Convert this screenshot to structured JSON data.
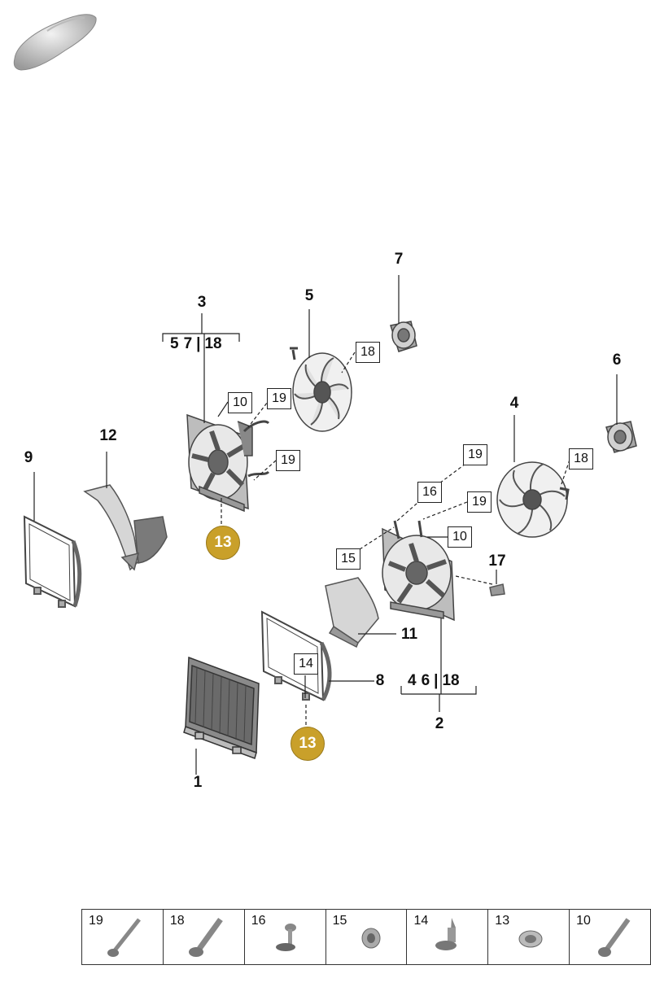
{
  "callouts": {
    "n1": "1",
    "n2": "2",
    "n3": "3",
    "n4": "4",
    "n5": "5",
    "n6": "6",
    "n7": "7",
    "n8": "8",
    "n9": "9",
    "n11": "11",
    "n12": "12",
    "n17": "17"
  },
  "group_labels": {
    "g3": [
      "5",
      "7",
      "18"
    ],
    "g2": [
      "4",
      "6",
      "18"
    ]
  },
  "boxed_callouts": {
    "b18a": "18",
    "b10a": "10",
    "b19a": "19",
    "b19b": "19",
    "b19c": "19",
    "b16": "16",
    "b19d": "19",
    "b18b": "18",
    "b10b": "10",
    "b15": "15",
    "b14": "14"
  },
  "badges": {
    "top": "13",
    "bottom": "13"
  },
  "hardware_table": [
    "19",
    "18",
    "16",
    "15",
    "14",
    "13",
    "10"
  ],
  "colors": {
    "badge": "#c9a02a",
    "part_light": "#d8d8d8",
    "part_dark": "#555555",
    "line": "#222222"
  }
}
